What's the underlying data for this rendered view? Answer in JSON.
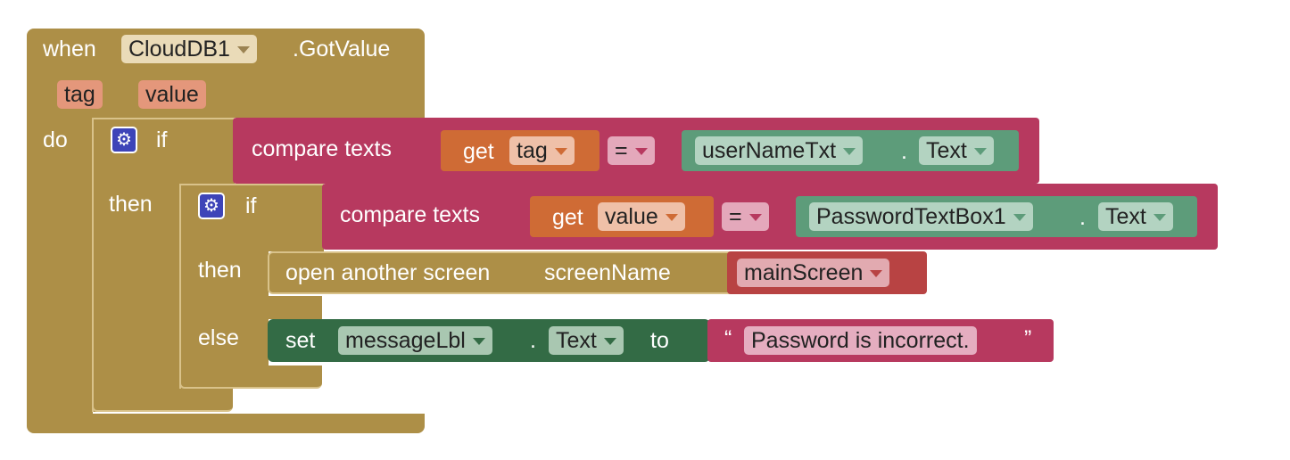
{
  "event_block": {
    "when": "when",
    "component": "CloudDB1",
    "event": ".GotValue",
    "params": [
      "tag",
      "value"
    ],
    "do": "do"
  },
  "if1": {
    "if": "if",
    "then": "then",
    "compare": "compare texts",
    "get": "get",
    "get_var": "tag",
    "operator": "=",
    "component": "userNameTxt",
    "dot": ".",
    "property": "Text"
  },
  "if2": {
    "if": "if",
    "then": "then",
    "else": "else",
    "compare": "compare texts",
    "get": "get",
    "get_var": "value",
    "operator": "=",
    "component": "PasswordTextBox1",
    "dot": ".",
    "property": "Text"
  },
  "open_screen": {
    "label": "open another screen",
    "param": "screenName",
    "value": "mainScreen"
  },
  "set_block": {
    "set": "set",
    "component": "messageLbl",
    "dot": ".",
    "property": "Text",
    "to": "to",
    "quote_open": "“",
    "string": "Password is incorrect.",
    "quote_close": "”"
  },
  "colors": {
    "control": "#ad8f47",
    "text_compare": "#b7395f",
    "variable": "#cf6b35",
    "component": "#5d9c7a",
    "setter": "#336b45",
    "screen_value": "#b84343",
    "mutator": "#3e44b8"
  }
}
